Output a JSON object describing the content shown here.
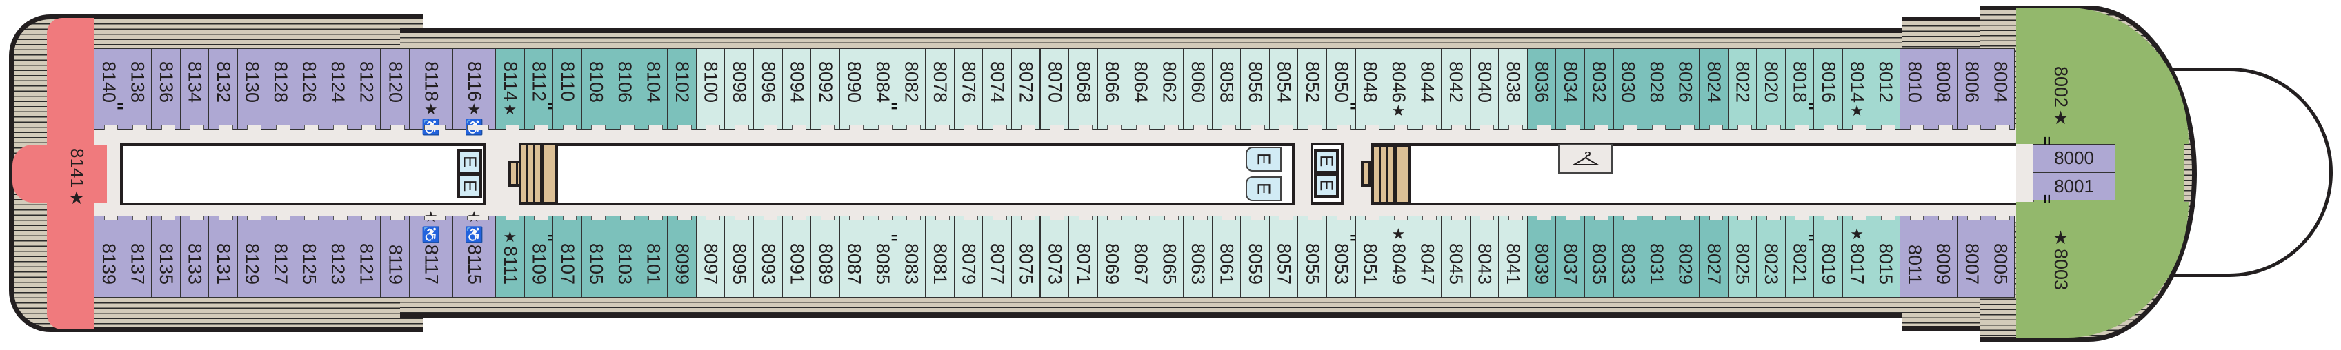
{
  "deck_plan": {
    "legend_colors": {
      "suite_pink": "#f07a7d",
      "aft_purple": "#aea8d3",
      "dark_teal": "#7cc1bb",
      "light_mint": "#d3ebe6",
      "medium_mint": "#a3d9d0",
      "forward_purple": "#aea8d3",
      "bow_green": "#93b86c",
      "deck_planking": "#d3cbba",
      "corridor": "#ede9e6",
      "elevator": "#d1ebf5",
      "stairs": "#dcc096"
    },
    "stern_suite": {
      "number": "8141",
      "marker": "★"
    },
    "upper_row": [
      {
        "number": "8140",
        "zone": "aft_purple",
        "markers": "",
        "connecting": true
      },
      {
        "number": "8138",
        "zone": "aft_purple",
        "markers": ""
      },
      {
        "number": "8136",
        "zone": "aft_purple",
        "markers": ""
      },
      {
        "number": "8134",
        "zone": "aft_purple",
        "markers": ""
      },
      {
        "number": "8132",
        "zone": "aft_purple",
        "markers": ""
      },
      {
        "number": "8130",
        "zone": "aft_purple",
        "markers": ""
      },
      {
        "number": "8128",
        "zone": "aft_purple",
        "markers": ""
      },
      {
        "number": "8126",
        "zone": "aft_purple",
        "markers": ""
      },
      {
        "number": "8124",
        "zone": "aft_purple",
        "markers": ""
      },
      {
        "number": "8122",
        "zone": "aft_purple",
        "markers": ""
      },
      {
        "number": "8120",
        "zone": "aft_purple",
        "markers": ""
      },
      {
        "number": "8118",
        "zone": "aft_purple",
        "markers": "★♿",
        "wide": true
      },
      {
        "number": "8116",
        "zone": "aft_purple",
        "markers": "★♿",
        "wide": true
      },
      {
        "number": "8114",
        "zone": "dark_teal",
        "markers": "★"
      },
      {
        "number": "8112",
        "zone": "dark_teal",
        "markers": "",
        "connecting": true
      },
      {
        "number": "8110",
        "zone": "dark_teal",
        "markers": ""
      },
      {
        "number": "8108",
        "zone": "dark_teal",
        "markers": ""
      },
      {
        "number": "8106",
        "zone": "dark_teal",
        "markers": ""
      },
      {
        "number": "8104",
        "zone": "dark_teal",
        "markers": ""
      },
      {
        "number": "8102",
        "zone": "dark_teal",
        "markers": ""
      },
      {
        "number": "8100",
        "zone": "light_mint",
        "markers": ""
      },
      {
        "number": "8098",
        "zone": "light_mint",
        "markers": ""
      },
      {
        "number": "8096",
        "zone": "light_mint",
        "markers": ""
      },
      {
        "number": "8094",
        "zone": "light_mint",
        "markers": ""
      },
      {
        "number": "8092",
        "zone": "light_mint",
        "markers": ""
      },
      {
        "number": "8090",
        "zone": "light_mint",
        "markers": ""
      },
      {
        "number": "8084",
        "zone": "light_mint",
        "markers": "",
        "connecting": true
      },
      {
        "number": "8082",
        "zone": "light_mint",
        "markers": ""
      },
      {
        "number": "8078",
        "zone": "light_mint",
        "markers": ""
      },
      {
        "number": "8076",
        "zone": "light_mint",
        "markers": ""
      },
      {
        "number": "8074",
        "zone": "light_mint",
        "markers": ""
      },
      {
        "number": "8072",
        "zone": "light_mint",
        "markers": ""
      },
      {
        "number": "8070",
        "zone": "light_mint",
        "markers": ""
      },
      {
        "number": "8068",
        "zone": "light_mint",
        "markers": ""
      },
      {
        "number": "8066",
        "zone": "light_mint",
        "markers": ""
      },
      {
        "number": "8064",
        "zone": "light_mint",
        "markers": ""
      },
      {
        "number": "8062",
        "zone": "light_mint",
        "markers": ""
      },
      {
        "number": "8060",
        "zone": "light_mint",
        "markers": ""
      },
      {
        "number": "8058",
        "zone": "light_mint",
        "markers": ""
      },
      {
        "number": "8056",
        "zone": "light_mint",
        "markers": ""
      },
      {
        "number": "8054",
        "zone": "light_mint",
        "markers": ""
      },
      {
        "number": "8052",
        "zone": "light_mint",
        "markers": ""
      },
      {
        "number": "8050",
        "zone": "light_mint",
        "markers": "",
        "connecting": true
      },
      {
        "number": "8048",
        "zone": "light_mint",
        "markers": ""
      },
      {
        "number": "8046",
        "zone": "light_mint",
        "markers": "★"
      },
      {
        "number": "8044",
        "zone": "light_mint",
        "markers": ""
      },
      {
        "number": "8042",
        "zone": "light_mint",
        "markers": ""
      },
      {
        "number": "8040",
        "zone": "light_mint",
        "markers": ""
      },
      {
        "number": "8038",
        "zone": "light_mint",
        "markers": ""
      },
      {
        "number": "8036",
        "zone": "dark_teal",
        "markers": ""
      },
      {
        "number": "8034",
        "zone": "dark_teal",
        "markers": ""
      },
      {
        "number": "8032",
        "zone": "dark_teal",
        "markers": ""
      },
      {
        "number": "8030",
        "zone": "dark_teal",
        "markers": ""
      },
      {
        "number": "8028",
        "zone": "dark_teal",
        "markers": ""
      },
      {
        "number": "8026",
        "zone": "dark_teal",
        "markers": ""
      },
      {
        "number": "8024",
        "zone": "dark_teal",
        "markers": ""
      },
      {
        "number": "8022",
        "zone": "medium_mint",
        "markers": ""
      },
      {
        "number": "8020",
        "zone": "medium_mint",
        "markers": ""
      },
      {
        "number": "8018",
        "zone": "medium_mint",
        "markers": "",
        "connecting": true
      },
      {
        "number": "8016",
        "zone": "medium_mint",
        "markers": ""
      },
      {
        "number": "8014",
        "zone": "medium_mint",
        "markers": "★"
      },
      {
        "number": "8012",
        "zone": "medium_mint",
        "markers": ""
      },
      {
        "number": "8010",
        "zone": "forward_purple",
        "markers": ""
      },
      {
        "number": "8008",
        "zone": "forward_purple",
        "markers": ""
      },
      {
        "number": "8006",
        "zone": "forward_purple",
        "markers": ""
      },
      {
        "number": "8004",
        "zone": "forward_purple",
        "markers": ""
      }
    ],
    "lower_row": [
      {
        "number": "8139",
        "zone": "aft_purple",
        "markers": ""
      },
      {
        "number": "8137",
        "zone": "aft_purple",
        "markers": ""
      },
      {
        "number": "8135",
        "zone": "aft_purple",
        "markers": ""
      },
      {
        "number": "8133",
        "zone": "aft_purple",
        "markers": ""
      },
      {
        "number": "8131",
        "zone": "aft_purple",
        "markers": ""
      },
      {
        "number": "8129",
        "zone": "aft_purple",
        "markers": ""
      },
      {
        "number": "8127",
        "zone": "aft_purple",
        "markers": ""
      },
      {
        "number": "8125",
        "zone": "aft_purple",
        "markers": ""
      },
      {
        "number": "8123",
        "zone": "aft_purple",
        "markers": ""
      },
      {
        "number": "8121",
        "zone": "aft_purple",
        "markers": ""
      },
      {
        "number": "8119",
        "zone": "aft_purple",
        "markers": ""
      },
      {
        "number": "8117",
        "zone": "aft_purple",
        "markers": "★♿",
        "wide": true
      },
      {
        "number": "8115",
        "zone": "aft_purple",
        "markers": "★♿",
        "wide": true
      },
      {
        "number": "8111",
        "zone": "dark_teal",
        "markers": "★"
      },
      {
        "number": "8109",
        "zone": "dark_teal",
        "markers": "",
        "connecting": true
      },
      {
        "number": "8107",
        "zone": "dark_teal",
        "markers": ""
      },
      {
        "number": "8105",
        "zone": "dark_teal",
        "markers": ""
      },
      {
        "number": "8103",
        "zone": "dark_teal",
        "markers": ""
      },
      {
        "number": "8101",
        "zone": "dark_teal",
        "markers": ""
      },
      {
        "number": "8099",
        "zone": "dark_teal",
        "markers": ""
      },
      {
        "number": "8097",
        "zone": "light_mint",
        "markers": ""
      },
      {
        "number": "8095",
        "zone": "light_mint",
        "markers": ""
      },
      {
        "number": "8093",
        "zone": "light_mint",
        "markers": ""
      },
      {
        "number": "8091",
        "zone": "light_mint",
        "markers": ""
      },
      {
        "number": "8089",
        "zone": "light_mint",
        "markers": ""
      },
      {
        "number": "8087",
        "zone": "light_mint",
        "markers": ""
      },
      {
        "number": "8085",
        "zone": "light_mint",
        "markers": "",
        "connecting": true
      },
      {
        "number": "8083",
        "zone": "light_mint",
        "markers": ""
      },
      {
        "number": "8081",
        "zone": "light_mint",
        "markers": ""
      },
      {
        "number": "8079",
        "zone": "light_mint",
        "markers": ""
      },
      {
        "number": "8077",
        "zone": "light_mint",
        "markers": ""
      },
      {
        "number": "8075",
        "zone": "light_mint",
        "markers": ""
      },
      {
        "number": "8073",
        "zone": "light_mint",
        "markers": ""
      },
      {
        "number": "8071",
        "zone": "light_mint",
        "markers": ""
      },
      {
        "number": "8069",
        "zone": "light_mint",
        "markers": ""
      },
      {
        "number": "8067",
        "zone": "light_mint",
        "markers": ""
      },
      {
        "number": "8065",
        "zone": "light_mint",
        "markers": ""
      },
      {
        "number": "8063",
        "zone": "light_mint",
        "markers": ""
      },
      {
        "number": "8061",
        "zone": "light_mint",
        "markers": ""
      },
      {
        "number": "8059",
        "zone": "light_mint",
        "markers": ""
      },
      {
        "number": "8057",
        "zone": "light_mint",
        "markers": ""
      },
      {
        "number": "8055",
        "zone": "light_mint",
        "markers": ""
      },
      {
        "number": "8053",
        "zone": "light_mint",
        "markers": "",
        "connecting": true
      },
      {
        "number": "8051",
        "zone": "light_mint",
        "markers": ""
      },
      {
        "number": "8049",
        "zone": "light_mint",
        "markers": "★"
      },
      {
        "number": "8047",
        "zone": "light_mint",
        "markers": ""
      },
      {
        "number": "8045",
        "zone": "light_mint",
        "markers": ""
      },
      {
        "number": "8043",
        "zone": "light_mint",
        "markers": ""
      },
      {
        "number": "8041",
        "zone": "light_mint",
        "markers": ""
      },
      {
        "number": "8039",
        "zone": "dark_teal",
        "markers": ""
      },
      {
        "number": "8037",
        "zone": "dark_teal",
        "markers": ""
      },
      {
        "number": "8035",
        "zone": "dark_teal",
        "markers": ""
      },
      {
        "number": "8033",
        "zone": "dark_teal",
        "markers": ""
      },
      {
        "number": "8031",
        "zone": "dark_teal",
        "markers": ""
      },
      {
        "number": "8029",
        "zone": "dark_teal",
        "markers": ""
      },
      {
        "number": "8027",
        "zone": "dark_teal",
        "markers": ""
      },
      {
        "number": "8025",
        "zone": "medium_mint",
        "markers": ""
      },
      {
        "number": "8023",
        "zone": "medium_mint",
        "markers": ""
      },
      {
        "number": "8021",
        "zone": "medium_mint",
        "markers": "",
        "connecting": true
      },
      {
        "number": "8019",
        "zone": "medium_mint",
        "markers": ""
      },
      {
        "number": "8017",
        "zone": "medium_mint",
        "markers": "★"
      },
      {
        "number": "8015",
        "zone": "medium_mint",
        "markers": ""
      },
      {
        "number": "8011",
        "zone": "forward_purple",
        "markers": ""
      },
      {
        "number": "8009",
        "zone": "forward_purple",
        "markers": ""
      },
      {
        "number": "8007",
        "zone": "forward_purple",
        "markers": ""
      },
      {
        "number": "8005",
        "zone": "forward_purple",
        "markers": ""
      }
    ],
    "bow_suites": [
      {
        "number": "8002",
        "marker": "★"
      },
      {
        "number": "8003",
        "marker": "★"
      }
    ],
    "center_cabins": [
      {
        "number": "8000"
      },
      {
        "number": "8001"
      }
    ],
    "elevator_label": "E",
    "laundry_icon": "hanger-icon"
  }
}
